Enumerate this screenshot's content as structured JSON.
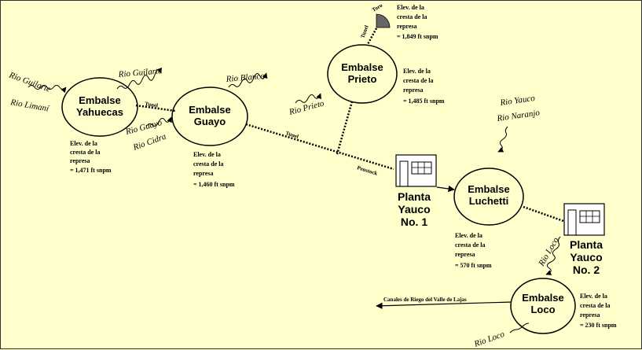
{
  "reservoirs": {
    "yahuecas": {
      "line1": "Embalse",
      "line2": "Yahuecas"
    },
    "guayo": {
      "line1": "Embalse",
      "line2": "Guayo"
    },
    "prieto": {
      "line1": "Embalse",
      "line2": "Prieto"
    },
    "luchetti": {
      "line1": "Embalse",
      "line2": "Luchetti"
    },
    "loco": {
      "line1": "Embalse",
      "line2": "Loco"
    }
  },
  "plants": {
    "yauco1": {
      "line1": "Planta",
      "line2": "Yauco",
      "line3": "No. 1"
    },
    "yauco2": {
      "line1": "Planta",
      "line2": "Yauco",
      "line3": "No. 2"
    }
  },
  "elevations": {
    "yahuecas": [
      "Elev. de la",
      "cresta de la",
      "represa",
      "= 1,471  ft snpm"
    ],
    "guayo": [
      "Elev. de la",
      "cresta de la",
      "represa",
      "= 1,460 ft snpm"
    ],
    "prieto": [
      "Elev. de la",
      "cresta de la",
      "represa",
      "= 1,485 ft snpm"
    ],
    "toro": [
      "Elev. de la",
      "cresta de la",
      "represa",
      "= 1,849 ft snpm"
    ],
    "luchetti": [
      "Elev. de la",
      "cresta de la",
      "represa",
      "=  570  ft snpm"
    ],
    "loco": [
      "Elev. de la",
      "cresta de la",
      "represa",
      "= 230  ft snpm"
    ]
  },
  "rivers": {
    "guilarte_left": "Rio Guilarte",
    "limani": "Rio Limaní",
    "guilarte_right": "Rio Guilarte",
    "blanco": "Rio Blanco",
    "guayo": "Rio Guayo",
    "cidra": "Rio Cidra",
    "prieto": "Rio Prieto",
    "yauco": "Rio Yauco",
    "naranjo": "Rio Naranjo",
    "loco_upper": "Rio Loco",
    "loco_lower": "Rio Loco"
  },
  "conduits": {
    "tunel1": "Tunel",
    "tunel2": "Tunel",
    "tunel3": "Tunel",
    "penstock": "Penstock"
  },
  "toro_label": "Toro",
  "canal_label": "Canales de Riego del Valle de Lajas",
  "colors": {
    "background": "#ffffcc",
    "ink": "#000000",
    "toro_fill": "#666666"
  }
}
